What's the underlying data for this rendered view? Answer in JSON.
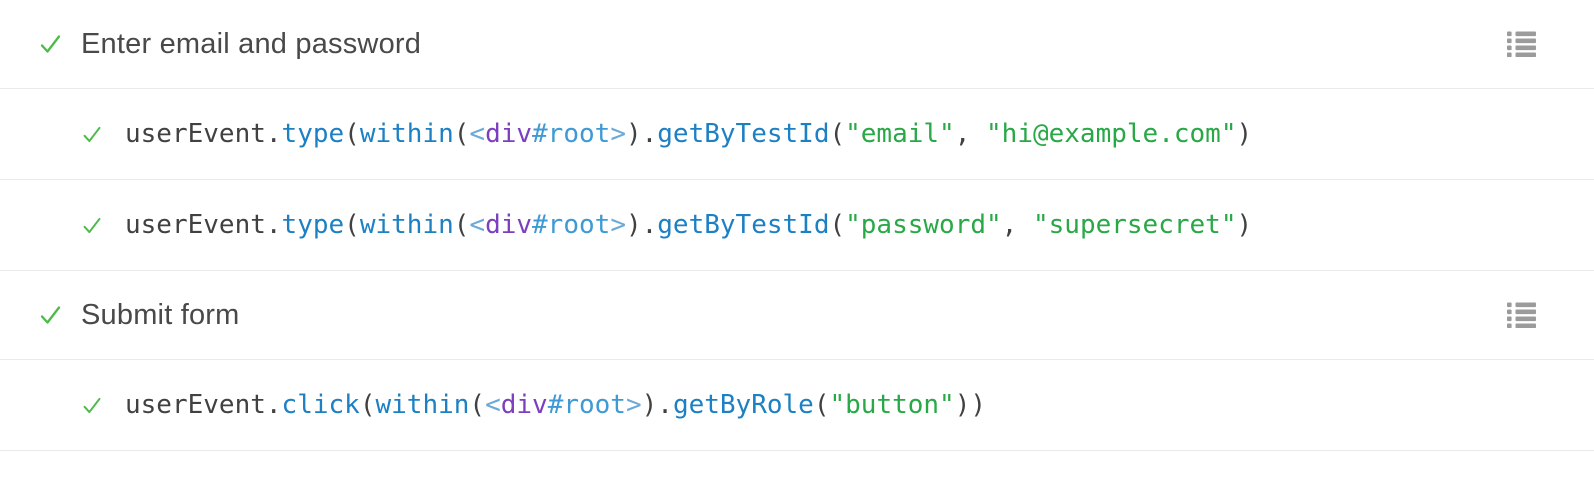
{
  "colors": {
    "success": "#4cbb48",
    "divider": "#e9e9e9",
    "header_text": "#494949",
    "code_default": "#414141",
    "code_function": "#1d80c3",
    "code_tag": "#7b3fbf",
    "code_id": "#3d9ad4",
    "code_bracket": "#6ba9d8",
    "code_string": "#29a847",
    "icon_gray": "#9b9b9b",
    "background": "#ffffff"
  },
  "groups": [
    {
      "label": "Enter email and password",
      "status": "passed",
      "header_icon": "list-icon",
      "steps": [
        {
          "status": "passed",
          "text": "userEvent.type(within(<div#root>).getByTestId(\"email\"), \"hi@example.com\")",
          "tokens": [
            {
              "t": "plain",
              "v": "userEvent."
            },
            {
              "t": "fn",
              "v": "type"
            },
            {
              "t": "plain",
              "v": "("
            },
            {
              "t": "fn",
              "v": "within"
            },
            {
              "t": "plain",
              "v": "("
            },
            {
              "t": "bracket",
              "v": "<"
            },
            {
              "t": "tag",
              "v": "div"
            },
            {
              "t": "id",
              "v": "#root"
            },
            {
              "t": "bracket",
              "v": ">"
            },
            {
              "t": "plain",
              "v": ")."
            },
            {
              "t": "fn",
              "v": "getByTestId"
            },
            {
              "t": "plain",
              "v": "("
            },
            {
              "t": "str",
              "v": "\"email\""
            },
            {
              "t": "plain",
              "v": ", "
            },
            {
              "t": "str",
              "v": "\"hi@example.com\""
            },
            {
              "t": "plain",
              "v": ")"
            }
          ]
        },
        {
          "status": "passed",
          "text": "userEvent.type(within(<div#root>).getByTestId(\"password\"), \"supersecret\")",
          "tokens": [
            {
              "t": "plain",
              "v": "userEvent."
            },
            {
              "t": "fn",
              "v": "type"
            },
            {
              "t": "plain",
              "v": "("
            },
            {
              "t": "fn",
              "v": "within"
            },
            {
              "t": "plain",
              "v": "("
            },
            {
              "t": "bracket",
              "v": "<"
            },
            {
              "t": "tag",
              "v": "div"
            },
            {
              "t": "id",
              "v": "#root"
            },
            {
              "t": "bracket",
              "v": ">"
            },
            {
              "t": "plain",
              "v": ")."
            },
            {
              "t": "fn",
              "v": "getByTestId"
            },
            {
              "t": "plain",
              "v": "("
            },
            {
              "t": "str",
              "v": "\"password\""
            },
            {
              "t": "plain",
              "v": ", "
            },
            {
              "t": "str",
              "v": "\"supersecret\""
            },
            {
              "t": "plain",
              "v": ")"
            }
          ]
        }
      ]
    },
    {
      "label": "Submit form",
      "status": "passed",
      "header_icon": "list-icon",
      "steps": [
        {
          "status": "passed",
          "text": "userEvent.click(within(<div#root>).getByRole(\"button\"))",
          "tokens": [
            {
              "t": "plain",
              "v": "userEvent."
            },
            {
              "t": "fn",
              "v": "click"
            },
            {
              "t": "plain",
              "v": "("
            },
            {
              "t": "fn",
              "v": "within"
            },
            {
              "t": "plain",
              "v": "("
            },
            {
              "t": "bracket",
              "v": "<"
            },
            {
              "t": "tag",
              "v": "div"
            },
            {
              "t": "id",
              "v": "#root"
            },
            {
              "t": "bracket",
              "v": ">"
            },
            {
              "t": "plain",
              "v": ")."
            },
            {
              "t": "fn",
              "v": "getByRole"
            },
            {
              "t": "plain",
              "v": "("
            },
            {
              "t": "str",
              "v": "\"button\""
            },
            {
              "t": "plain",
              "v": "))"
            }
          ]
        }
      ]
    }
  ]
}
